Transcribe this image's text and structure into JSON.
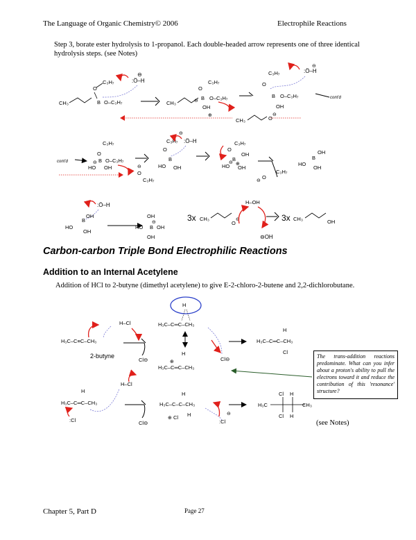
{
  "header": {
    "left": "The Language of Organic Chemistry© 2006",
    "right": "Electrophile Reactions"
  },
  "intro": {
    "step_text": "Step 3, borate ester hydrolysis to 1-propanol. Each double-headed arrow represents one of three identical hydrolysis steps. (see Notes)"
  },
  "hydrolysis": {
    "c3h7": "C₃H₇",
    "oc3h7": "O–C₃H₇",
    "ch3": "CH₃",
    "b": "B",
    "o": "O",
    "oh": "OH",
    "ho": "HO",
    "h": "H",
    "water": ":Ö–H",
    "contd": "cont'd",
    "minus": "⊖",
    "plus": "⊕",
    "oh_minus": "⊖OH",
    "multiplier_left": "3x",
    "multiplier_right": "3x",
    "h_oh": "H–OH"
  },
  "section": {
    "title": "Carbon-carbon Triple Bond Electrophilic Reactions",
    "subtitle": "Addition to an Internal Acetylene",
    "description": "Addition of HCl to 2-butyne (dimethyl acetylene) to give E-2-chloro-2-butene and 2,2-dichlorobutane."
  },
  "acetylene": {
    "hcl": "H–Cl",
    "butyne": "H₃C–C≡C–CH₃",
    "butyne_name": "2-butyne",
    "cl": "Cl",
    "cl_minus": "Cl⊖",
    "bridged": "H₃C–C═C–CH₃",
    "vinyl_cation": "H₃C–C═C–CH₃",
    "product_alkene": "H₃C–C═C–CH₃",
    "h": "H",
    "h3c": "H₃C",
    "ch3": "CH₃",
    "cl_lone": ":Cl",
    "cation_step": "H₃C–C–C–CH₃",
    "final_h": "H",
    "final_cl": "Cl"
  },
  "note_box": {
    "text": "The trans-addition reactions predominate. What can you infer about a proton's ability to pull the electrons toward it and reduce the contribution of this 'resonance' structure?"
  },
  "see_notes": "(see Notes)",
  "footer": {
    "left": "Chapter 5, Part D",
    "center": "Page 27"
  }
}
